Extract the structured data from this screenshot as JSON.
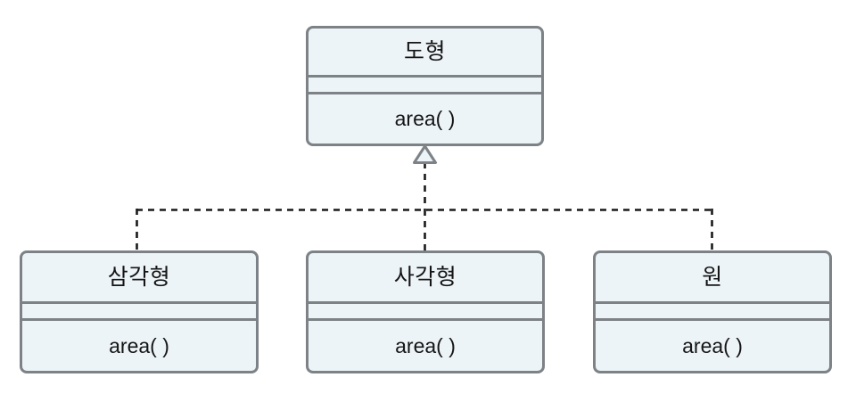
{
  "diagram": {
    "type": "uml-class-diagram",
    "relationship": "realization",
    "colors": {
      "background": "#ffffff",
      "box_fill": "#edf4f8",
      "box_border": "#7d8287",
      "text": "#151515",
      "connector": "#1a1a1a",
      "arrowhead_fill": "#edf4f8"
    },
    "parent": {
      "name": "도형",
      "attributes": [],
      "operations": [
        "area( )"
      ]
    },
    "children": [
      {
        "id": "triangle",
        "name": "삼각형",
        "attributes": [],
        "operations": [
          "area( )"
        ]
      },
      {
        "id": "rectangle",
        "name": "사각형",
        "attributes": [],
        "operations": [
          "area( )"
        ]
      },
      {
        "id": "circle",
        "name": "원",
        "attributes": [],
        "operations": [
          "area( )"
        ]
      }
    ]
  }
}
